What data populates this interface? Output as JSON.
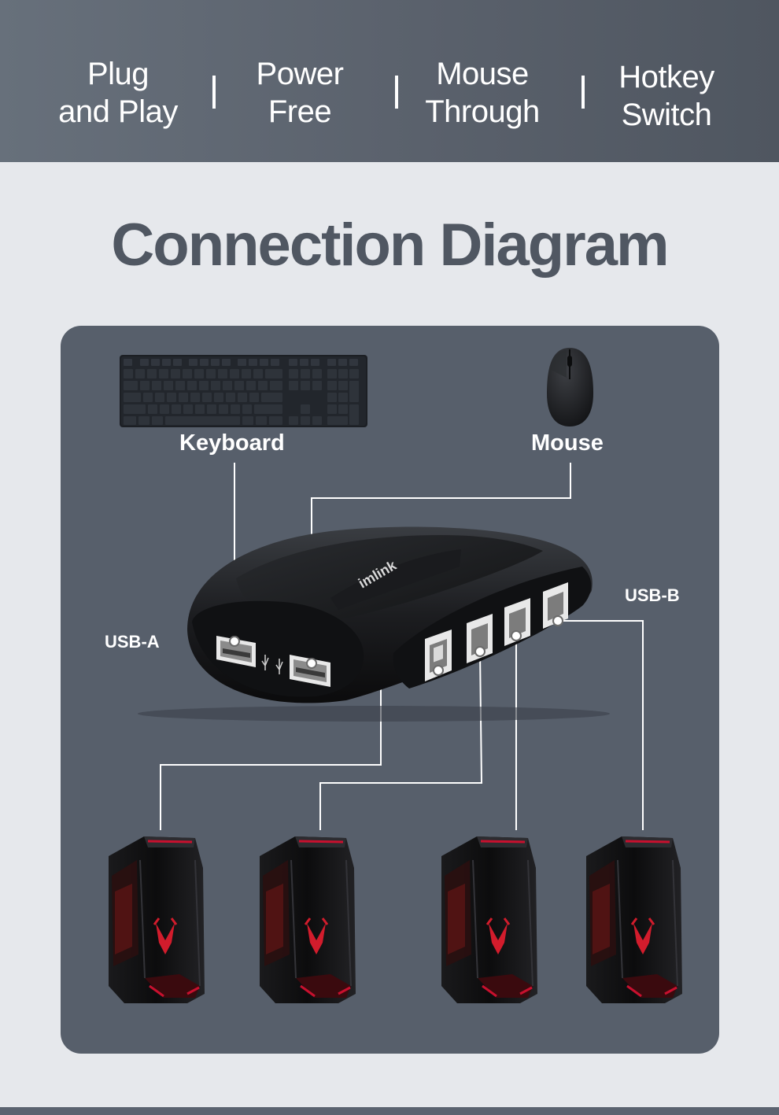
{
  "features": [
    {
      "line1": "Plug",
      "line2": "and Play"
    },
    {
      "line1": "Power",
      "line2": "Free"
    },
    {
      "line1": "Mouse",
      "line2": "Through"
    },
    {
      "line1": "Hotkey",
      "line2": "Switch"
    }
  ],
  "title": "Connection Diagram",
  "labels": {
    "keyboard": "Keyboard",
    "mouse": "Mouse",
    "usb_a": "USB-A",
    "usb_b": "USB-B"
  },
  "device": {
    "brand_text": "imlink",
    "icons": [
      "keyboard-icon",
      "mouse-icon",
      "usb-switch-icon",
      "usb-symbol-icon",
      "computer-tower-icon"
    ]
  },
  "colors": {
    "band": "#5b626d",
    "panel": "#575f6b",
    "title": "#505762",
    "accent_red": "#c8102e"
  }
}
